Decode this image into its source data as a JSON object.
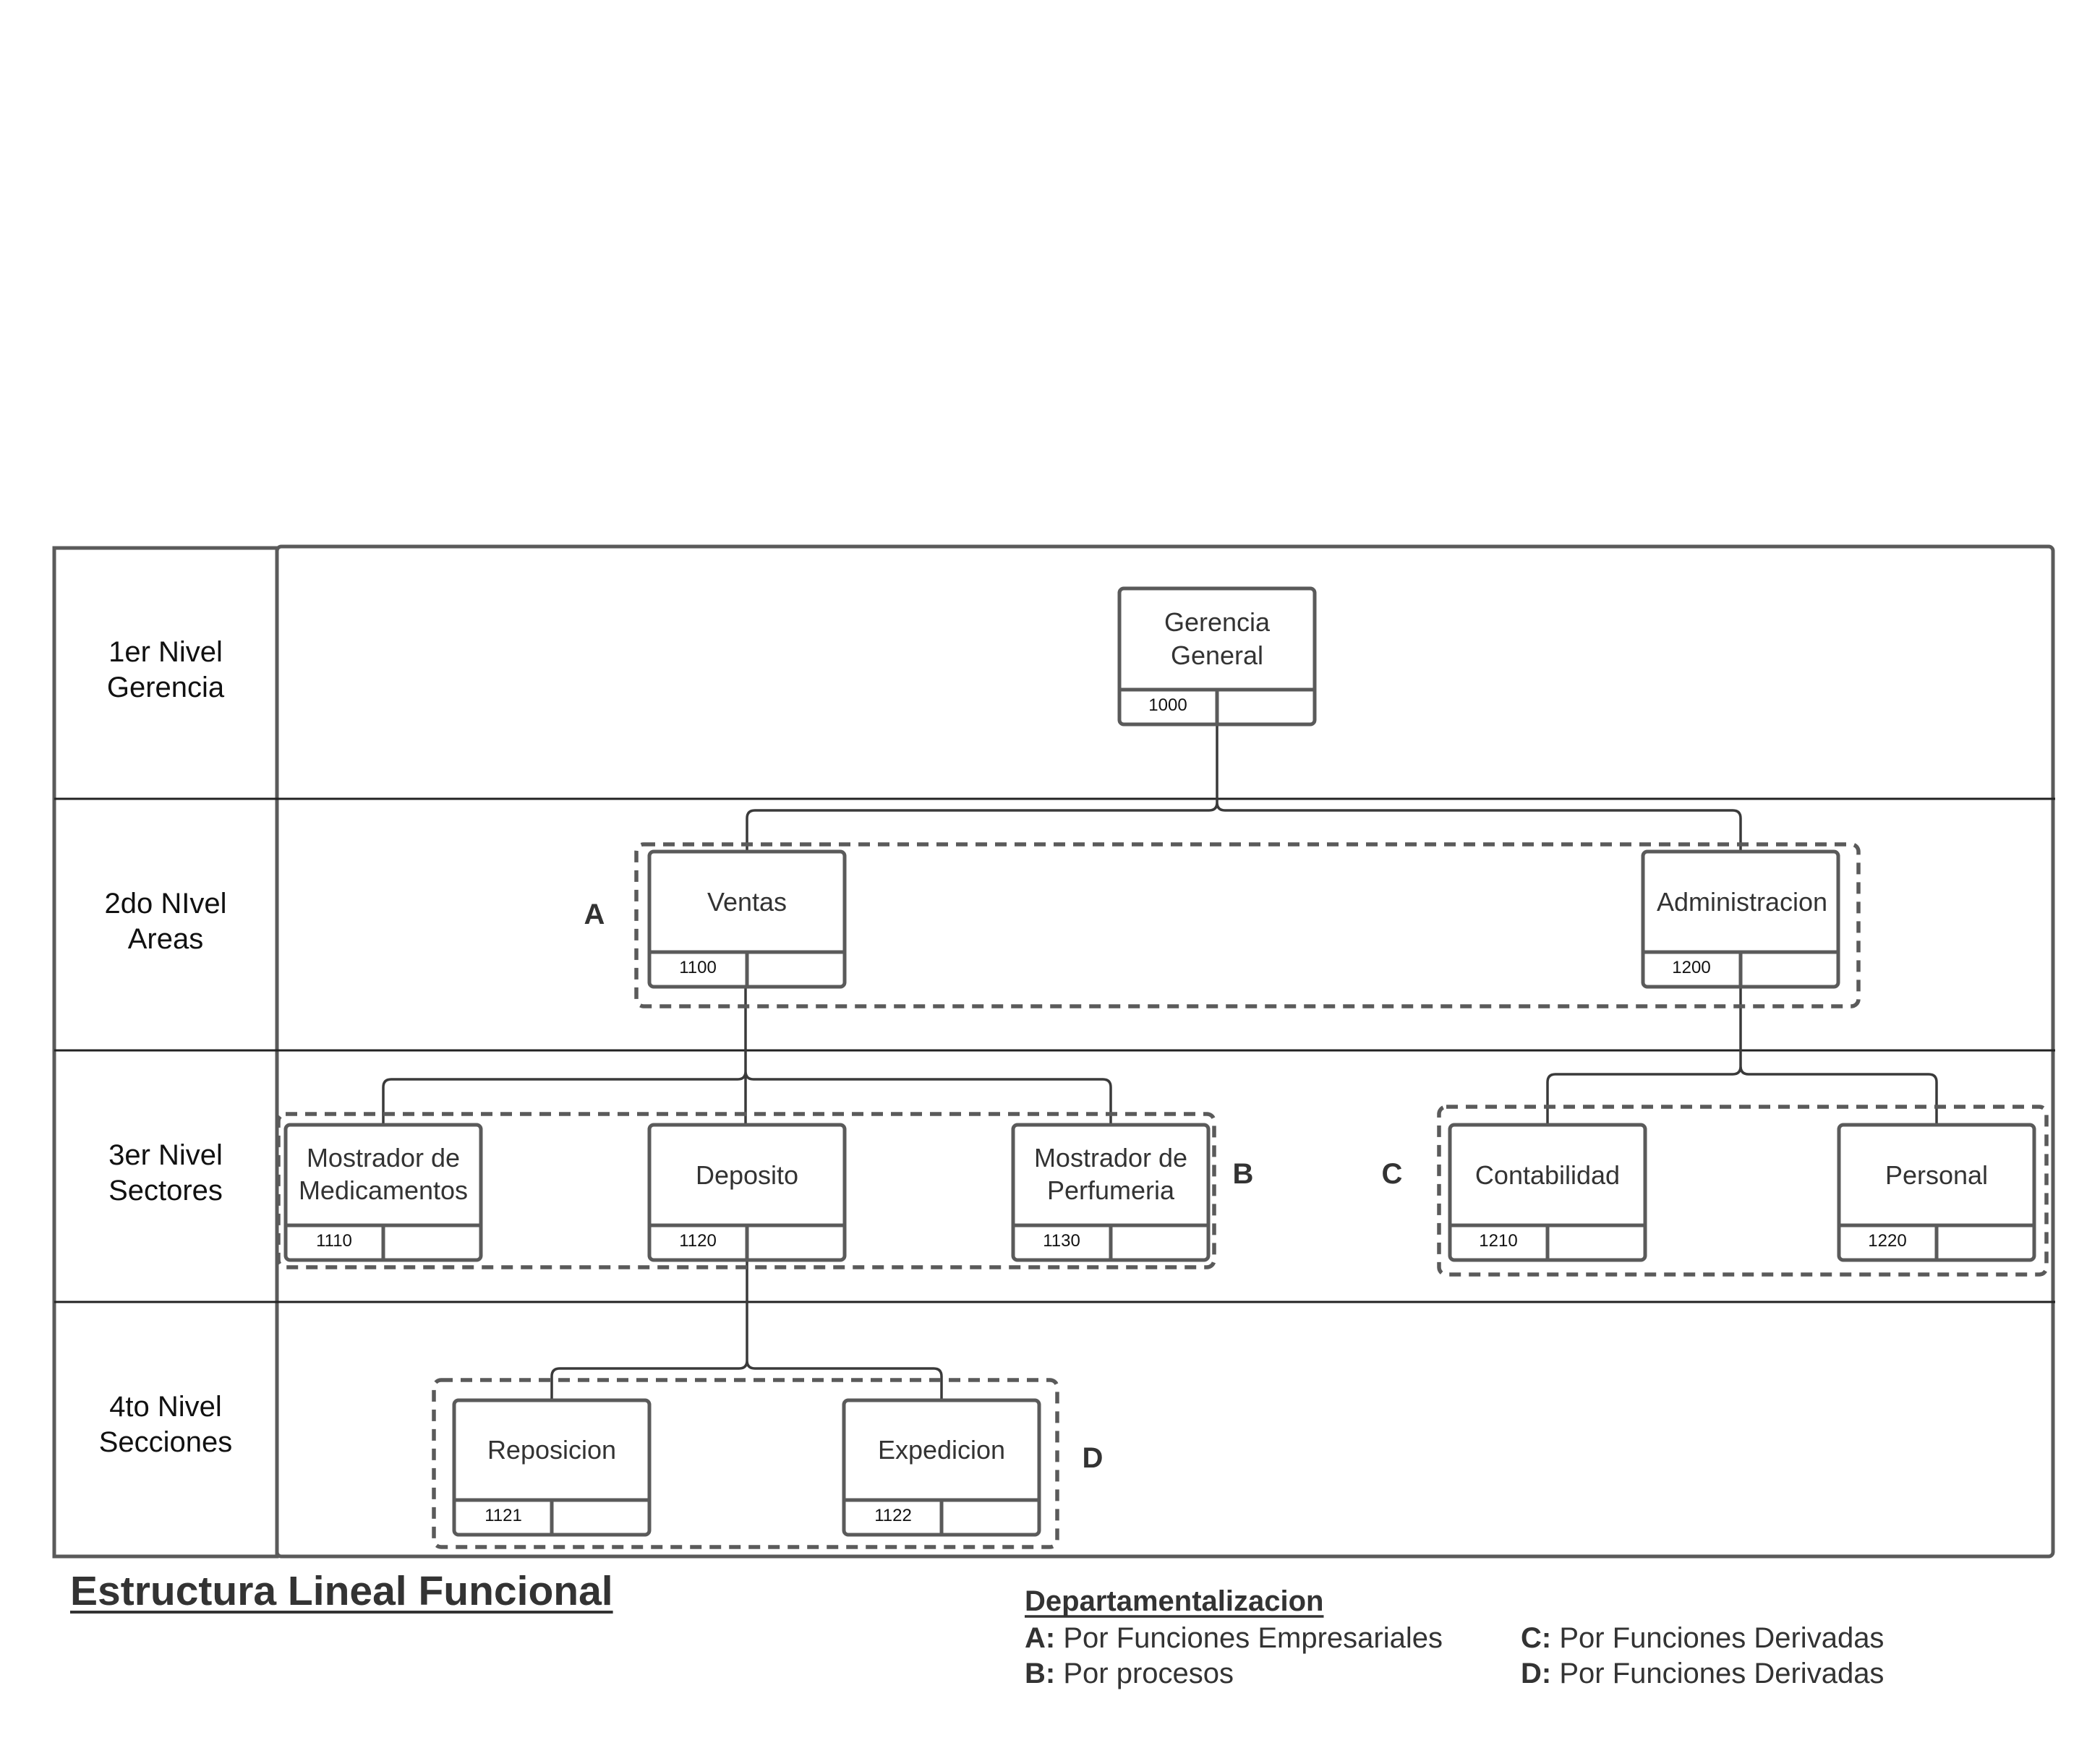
{
  "levels": [
    {
      "line1": "1er Nivel",
      "line2": "Gerencia"
    },
    {
      "line1": "2do NIvel",
      "line2": "Areas"
    },
    {
      "line1": "3er Nivel",
      "line2": "Sectores"
    },
    {
      "line1": "4to Nivel",
      "line2": "Secciones"
    }
  ],
  "nodes": {
    "gerencia": {
      "line1": "Gerencia",
      "line2": "General",
      "code": "1000"
    },
    "ventas": {
      "line1": "Ventas",
      "line2": "",
      "code": "1100"
    },
    "administracion": {
      "line1": "Administracion",
      "line2": "",
      "code": "1200"
    },
    "mostrador_med": {
      "line1": "Mostrador de",
      "line2": "Medicamentos",
      "code": "1110"
    },
    "deposito": {
      "line1": "Deposito",
      "line2": "",
      "code": "1120"
    },
    "mostrador_perf": {
      "line1": "Mostrador de",
      "line2": "Perfumeria",
      "code": "1130"
    },
    "contabilidad": {
      "line1": "Contabilidad",
      "line2": "",
      "code": "1210"
    },
    "personal": {
      "line1": "Personal",
      "line2": "",
      "code": "1220"
    },
    "reposicion": {
      "line1": "Reposicion",
      "line2": "",
      "code": "1121"
    },
    "expedicion": {
      "line1": "Expedicion",
      "line2": "",
      "code": "1122"
    }
  },
  "groups": {
    "a": "A",
    "b": "B",
    "c": "C",
    "d": "D"
  },
  "title": "Estructura Lineal Funcional",
  "legend": {
    "heading": "Departamentalizacion",
    "items": [
      {
        "key": "A:",
        "text": " Por Funciones Empresariales"
      },
      {
        "key": "B:",
        "text": " Por procesos"
      },
      {
        "key": "C:",
        "text": " Por Funciones Derivadas"
      },
      {
        "key": "D:",
        "text": " Por Funciones Derivadas"
      }
    ]
  }
}
